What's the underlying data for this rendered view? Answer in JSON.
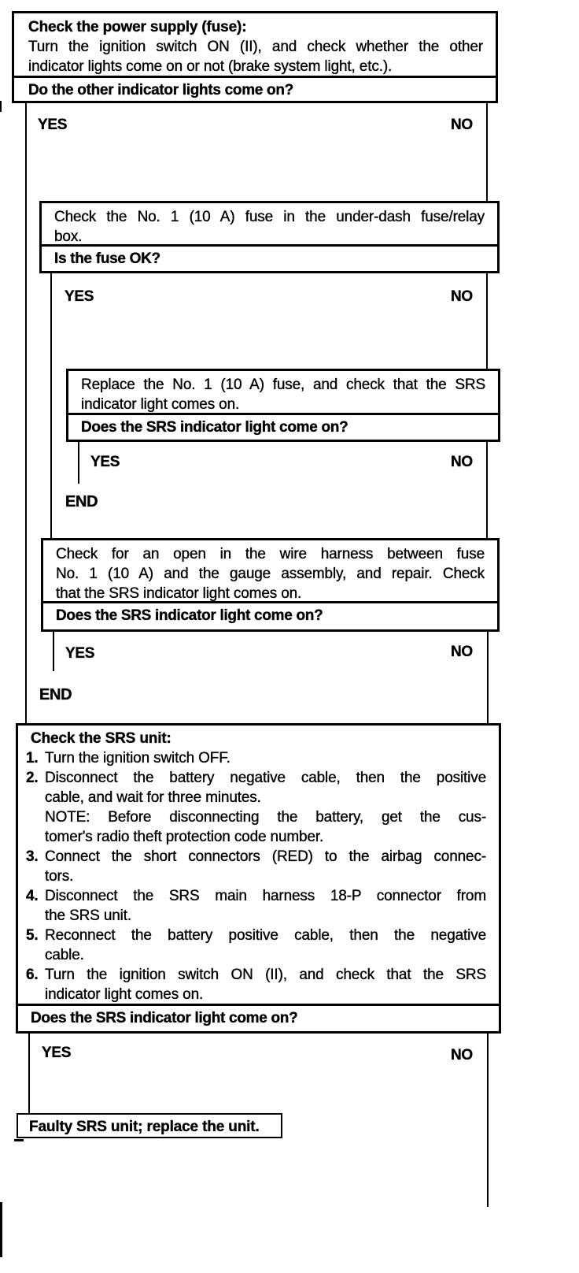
{
  "page": {
    "background": "#ffffff",
    "ink": "#000000"
  },
  "labels": {
    "yes": "YES",
    "no": "NO",
    "end": "END"
  },
  "boxes": {
    "power_supply": {
      "title": "Check the power supply (fuse):",
      "line1": "Turn the ignition switch ON (II), and check whether the other",
      "line2": "indicator lights come on or not (brake system light, etc.).",
      "question": "Do the other indicator lights come on?"
    },
    "fuse_check": {
      "line1": "Check the No. 1 (10 A) fuse in the under-dash fuse/relay",
      "line2": "box.",
      "question": "Is the fuse OK?"
    },
    "replace_fuse": {
      "line1": "Replace the No. 1 (10 A) fuse, and check that the SRS",
      "line2": "indicator light comes on.",
      "question": "Does the SRS indicator light come on?"
    },
    "harness_check": {
      "line1": "Check for an open in the wire harness between fuse",
      "line2": "No. 1 (10 A) and the gauge assembly, and repair. Check",
      "line3": "that the SRS indicator light comes on.",
      "question": "Does the SRS indicator light come on?"
    },
    "srs_unit_check": {
      "title": "Check the SRS unit:",
      "steps": [
        {
          "num": "1.",
          "lines": [
            "Turn the ignition switch OFF."
          ]
        },
        {
          "num": "2.",
          "lines": [
            "Disconnect the battery negative cable, then the positive",
            "cable, and wait for three minutes.",
            "NOTE: Before disconnecting the battery, get the cus-",
            "tomer's radio theft protection code number."
          ]
        },
        {
          "num": "3.",
          "lines": [
            "Connect the short connectors (RED) to the airbag connec-",
            "tors."
          ]
        },
        {
          "num": "4.",
          "lines": [
            "Disconnect the SRS main harness 18-P connector from",
            "the SRS unit."
          ]
        },
        {
          "num": "5.",
          "lines": [
            "Reconnect the battery positive cable, then the negative",
            "cable."
          ]
        },
        {
          "num": "6.",
          "lines": [
            "Turn the ignition switch ON (II), and check that the SRS",
            "indicator light comes on."
          ]
        }
      ],
      "question": "Does the SRS indicator light come on?"
    },
    "faulty_unit": {
      "text": "Faulty SRS unit; replace the unit."
    }
  }
}
